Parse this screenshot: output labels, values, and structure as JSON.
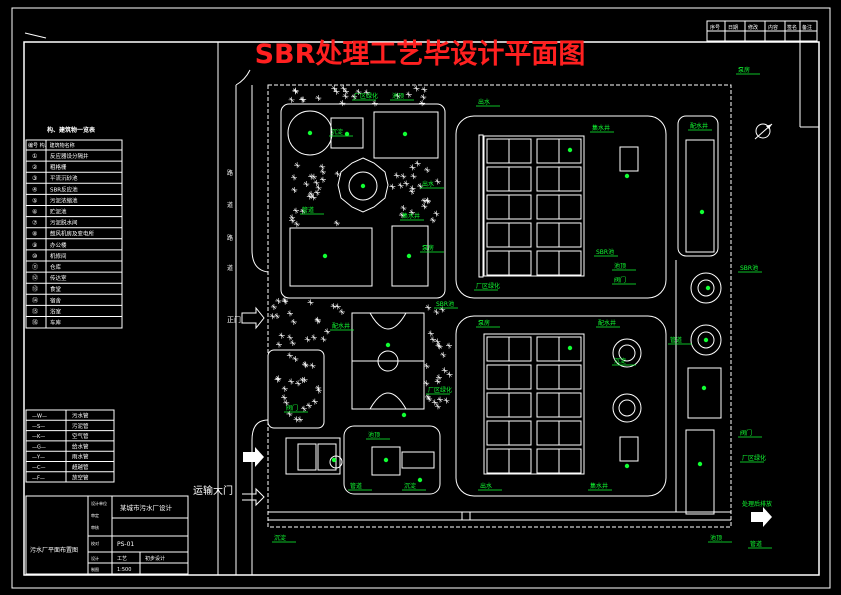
{
  "drawing": {
    "title": "SBR处理工艺毕设计平面图",
    "title_color": "#ff2020",
    "line_color": "#ffffff",
    "label_color": "#11ff33",
    "background": "#000000"
  },
  "road_labels": {
    "vertical": [
      "路",
      "道",
      "路",
      "道"
    ],
    "main_gate": "正门",
    "transport_gate": "运输大门",
    "discharge": "处理后排放"
  },
  "legend_table": {
    "heading": "构、建筑物一览表",
    "col_header": "编号  构、建筑物名称",
    "rows": [
      {
        "num": "①",
        "name": "反应器设分隔井"
      },
      {
        "num": "②",
        "name": "粗格栅"
      },
      {
        "num": "③",
        "name": "平流沉砂池"
      },
      {
        "num": "④",
        "name": "SBR反应池"
      },
      {
        "num": "⑤",
        "name": "污泥浓缩池"
      },
      {
        "num": "⑥",
        "name": "贮泥池"
      },
      {
        "num": "⑦",
        "name": "污泥脱水间"
      },
      {
        "num": "⑧",
        "name": "鼓风机房及变电所"
      },
      {
        "num": "⑨",
        "name": "办公楼"
      },
      {
        "num": "⑩",
        "name": "机修间"
      },
      {
        "num": "⑪",
        "name": "仓库"
      },
      {
        "num": "⑫",
        "name": "传达室"
      },
      {
        "num": "⑬",
        "name": "食堂"
      },
      {
        "num": "⑭",
        "name": "宿舍"
      },
      {
        "num": "⑮",
        "name": "浴室"
      },
      {
        "num": "⑯",
        "name": "车库"
      }
    ]
  },
  "pipe_legend": [
    {
      "code": "—W—",
      "name": "污水管"
    },
    {
      "code": "—S—",
      "name": "污泥管"
    },
    {
      "code": "—K—",
      "name": "空气管"
    },
    {
      "code": "—G—",
      "name": "给水管"
    },
    {
      "code": "—Y—",
      "name": "雨水管"
    },
    {
      "code": "—C—",
      "name": "超越管"
    },
    {
      "code": "—F—",
      "name": "放空管"
    }
  ],
  "title_block": {
    "project": "某城市污水厂设计",
    "drawing_name": "污水厂平面布置图",
    "drawing_no": "PS-01",
    "scale": "1:500",
    "discipline": "工艺",
    "status": "初步设计",
    "left_labels": [
      "设计单位",
      "审定",
      "审核",
      "校对",
      "设计",
      "制图"
    ]
  },
  "revision_block": {
    "cells": [
      "序号",
      "日期",
      "修改",
      "内容",
      "签名",
      "备注"
    ]
  },
  "building_labels": [
    "厂区绿化",
    "池顶",
    "管道",
    "沉淀",
    "出水",
    "集水井",
    "泵房",
    "配水井",
    "SBR池",
    "阀门"
  ]
}
